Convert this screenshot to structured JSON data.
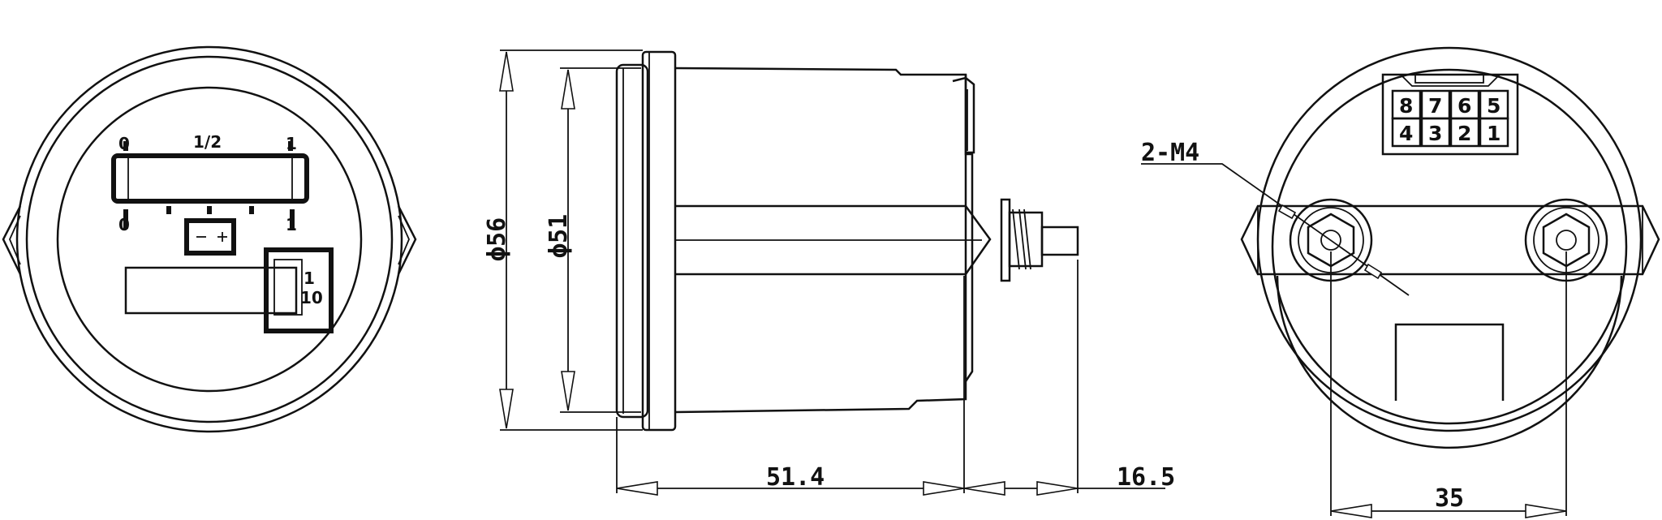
{
  "front_view": {
    "fuel_marks": {
      "empty_top": "0",
      "half": "1/2",
      "full_top": "1",
      "empty_bottom": "0",
      "full_bottom": "1"
    },
    "hour_counter_marks": {
      "units": "1",
      "tenths": "10"
    }
  },
  "side_view": {
    "outer_diameter_label": "ϕ56",
    "inner_diameter_label": "ϕ51",
    "depth_dimension": "51.4",
    "stud_dimension": "16.5"
  },
  "rear_view": {
    "thread_callout": "2-M4",
    "mount_spacing": "35",
    "connector_pins_top": [
      "8",
      "7",
      "6",
      "5"
    ],
    "connector_pins_bottom": [
      "4",
      "3",
      "2",
      "1"
    ]
  }
}
